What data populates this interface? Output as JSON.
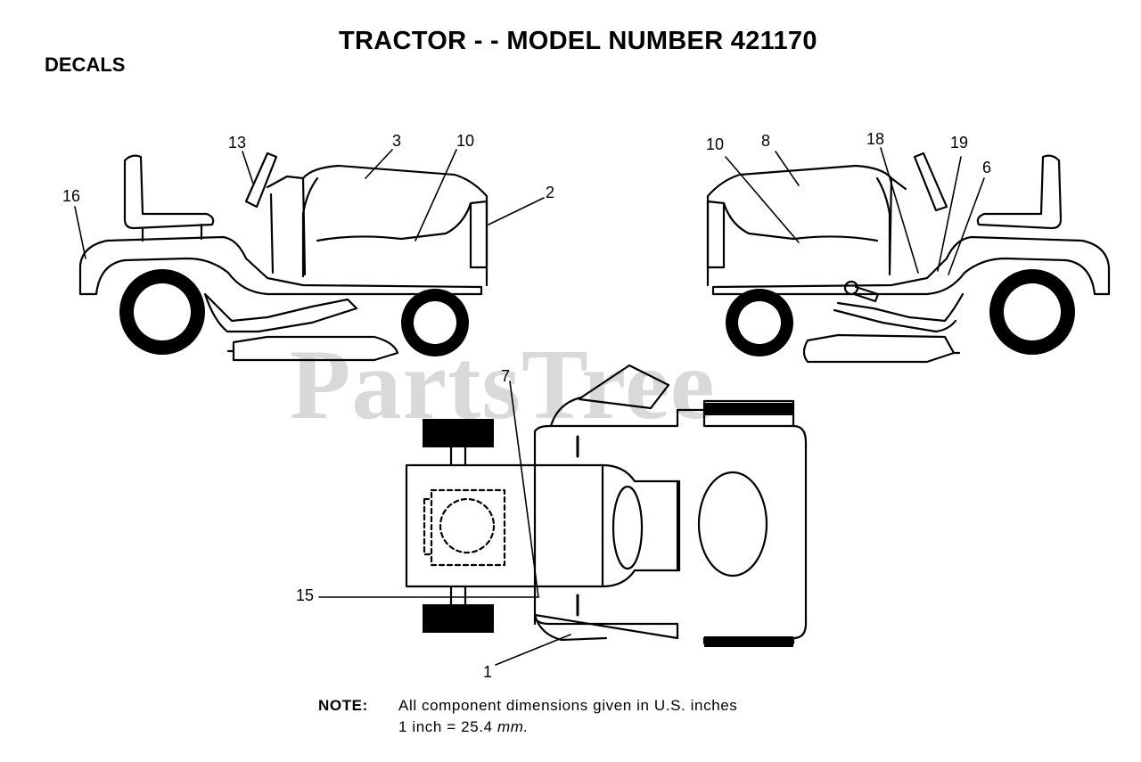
{
  "header": {
    "title": "TRACTOR - - MODEL NUMBER 421170",
    "section": "DECALS"
  },
  "watermark": "PartsTree",
  "callouts": {
    "c13": "13",
    "c3": "3",
    "c10a": "10",
    "c2": "2",
    "c16": "16",
    "c10b": "10",
    "c8": "8",
    "c18": "18",
    "c19": "19",
    "c6": "6",
    "c7": "7",
    "c15": "15",
    "c1": "1"
  },
  "note": {
    "label": "NOTE:",
    "line1": "All component dimensions given in U.S. inches",
    "line2_prefix": "1 inch = 25.4",
    "line2_unit": "mm."
  }
}
